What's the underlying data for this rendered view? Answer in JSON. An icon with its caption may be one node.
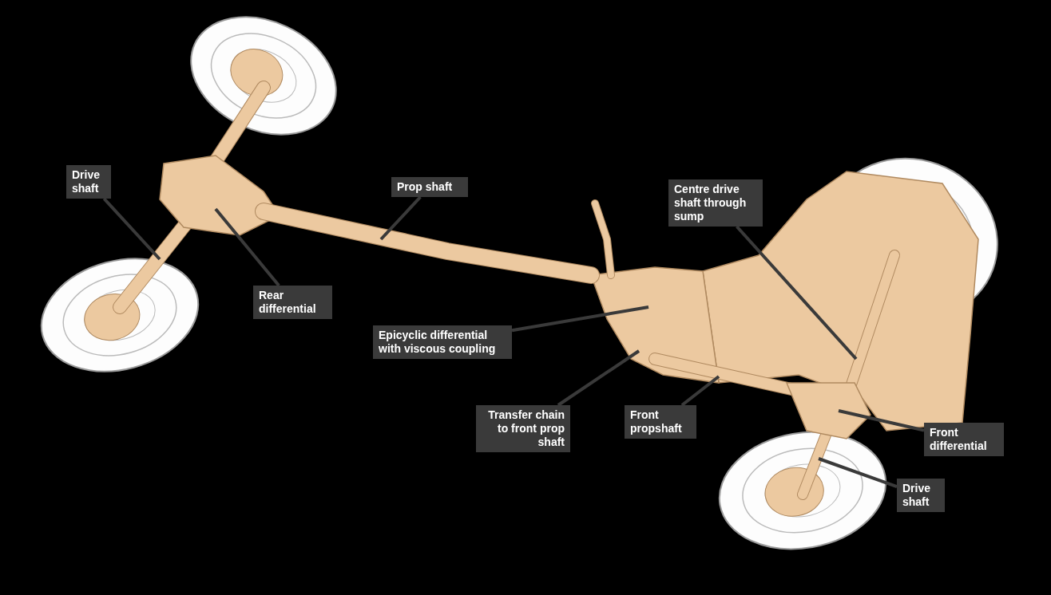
{
  "diagram": {
    "nodes": [
      {
        "text": [
          "Drive shaft"
        ]
      },
      {
        "text": [
          "Prop shaft"
        ]
      },
      {
        "text": [
          "Rear differential"
        ]
      },
      {
        "text": [
          "Centre drive shaft through sump"
        ]
      },
      {
        "text": [
          "Epicyclic differential with viscous coupling"
        ]
      },
      {
        "text": [
          "Transfer chain to front prop shaft"
        ]
      },
      {
        "text": [
          "Front propshaft"
        ]
      },
      {
        "text": [
          "Front differential"
        ]
      },
      {
        "text": [
          "Drive shaft"
        ]
      }
    ],
    "edges": [
      {
        "from": 0,
        "to": null,
        "arrow": "none"
      },
      {
        "from": 1,
        "to": null,
        "arrow": "none"
      },
      {
        "from": 2,
        "to": null,
        "arrow": "none"
      },
      {
        "from": 3,
        "to": null,
        "arrow": "none"
      },
      {
        "from": 4,
        "to": null,
        "arrow": "none"
      },
      {
        "from": 5,
        "to": null,
        "arrow": "none"
      },
      {
        "from": 6,
        "to": null,
        "arrow": "none"
      },
      {
        "from": 7,
        "to": null,
        "arrow": "none"
      },
      {
        "from": 8,
        "to": null,
        "arrow": "none"
      }
    ]
  }
}
